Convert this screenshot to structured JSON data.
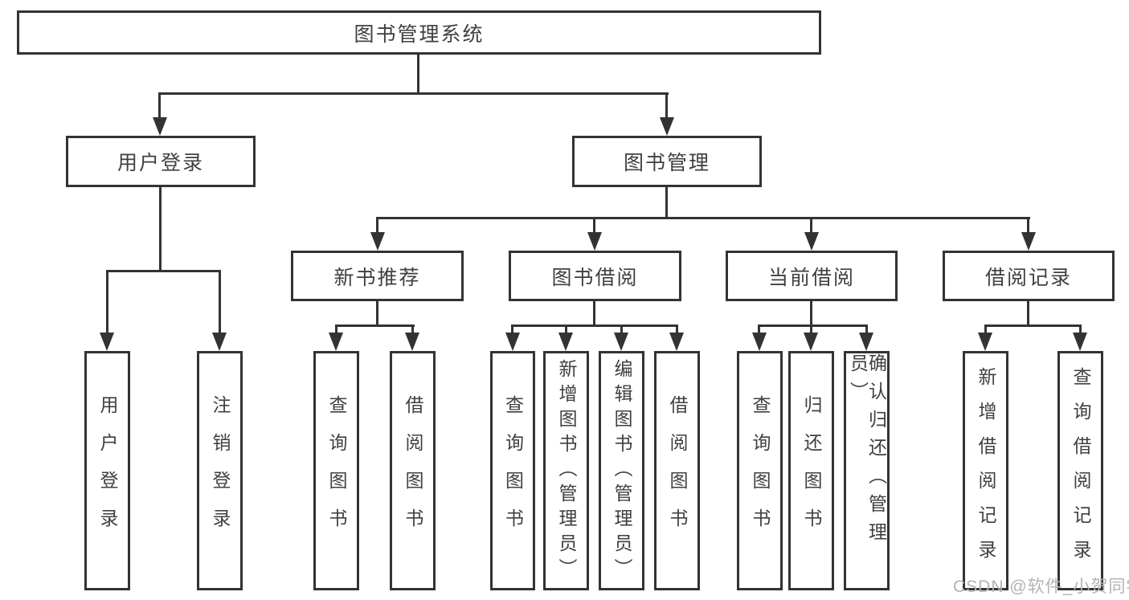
{
  "nodes": {
    "root": "图书管理系统",
    "user_login": "用户登录",
    "book_management": "图书管理",
    "new_book_recommendation": "新书推荐",
    "book_borrowing": "图书借阅",
    "current_borrowing": "当前借阅",
    "borrowing_records": "借阅记录"
  },
  "leaves": {
    "user_login": [
      "用户登录",
      "注销登录"
    ],
    "new_book_recommendation": [
      "查询图书",
      "借阅图书"
    ],
    "book_borrowing": [
      "查询图书",
      "新增图书（管理员）",
      "编辑图书（管理员）",
      "借阅图书"
    ],
    "current_borrowing": [
      "查询图书",
      "归还图书",
      "确认归还（管理员）"
    ],
    "borrowing_records": [
      "新增借阅记录",
      "查询借阅记录"
    ]
  },
  "watermark": "CSDN @软件_小贺同学",
  "colors": {
    "line": "#333333",
    "text": "#404040",
    "watermark": "#b3b3b3",
    "background": "#ffffff"
  }
}
